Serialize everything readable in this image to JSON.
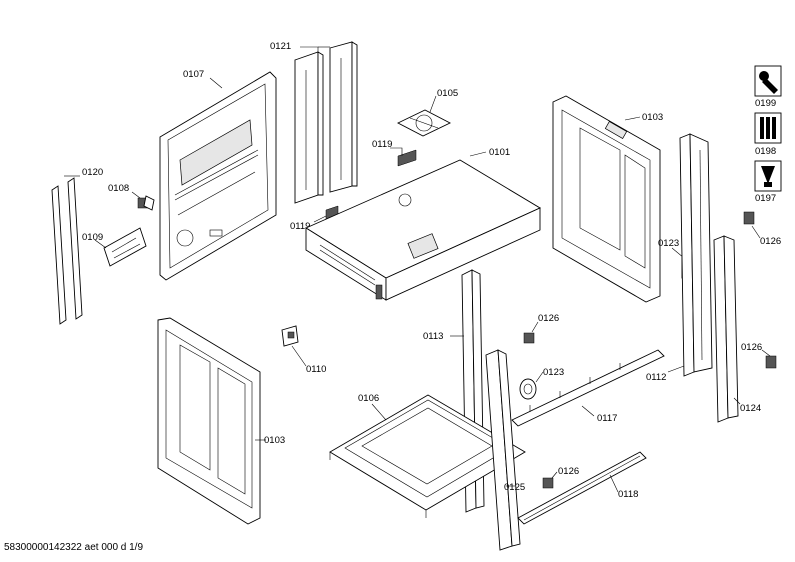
{
  "diagram": {
    "parts": {
      "p0101": "0101",
      "p0103a": "0103",
      "p0103b": "0103",
      "p0105": "0105",
      "p0106": "0106",
      "p0107": "0107",
      "p0108": "0108",
      "p0109": "0109",
      "p0110": "0110",
      "p0112": "0112",
      "p0113": "0113",
      "p0117": "0117",
      "p0118": "0118",
      "p0119a": "0119",
      "p0119b": "0119",
      "p0120": "0120",
      "p0121": "0121",
      "p0123a": "0123",
      "p0123b": "0123",
      "p0124": "0124",
      "p0125": "0125",
      "p0126a": "0126",
      "p0126b": "0126",
      "p0126c": "0126",
      "p0126d": "0126",
      "p0197": "0197",
      "p0198": "0198",
      "p0199": "0199"
    },
    "footer": "58300000142322 aet 000 d 1/9"
  }
}
